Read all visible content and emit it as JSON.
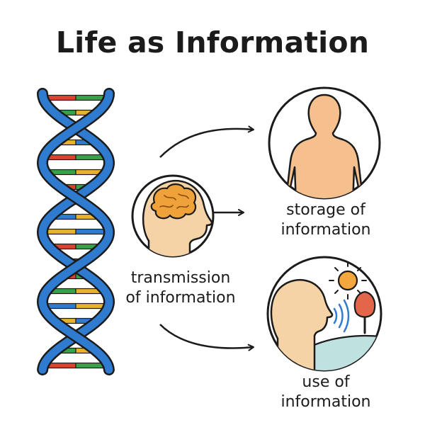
{
  "title": "Life as Information",
  "labels": {
    "transmission": [
      "transmission",
      "of information"
    ],
    "storage": [
      "storage of",
      "information"
    ],
    "use": [
      "use of",
      "information"
    ]
  },
  "colors": {
    "dna_strand": "#2f7bd0",
    "outline": "#1b1b1b",
    "skin": "#f6d3a6",
    "body": "#f5c08e",
    "brain": "#f0a23a",
    "sun": "#f3a73c",
    "tree": "#e3664a",
    "land": "#bfe2e0",
    "sound": "#2f7bd0",
    "base_red": "#d9432f",
    "base_green": "#3aa04a",
    "base_yellow": "#e8b12e",
    "base_blue": "#2f7bd0"
  },
  "icons": [
    "dna-helix-icon",
    "brain-head-icon",
    "human-silhouette-icon",
    "head-listening-icon",
    "sun-icon",
    "tree-icon",
    "sound-waves-icon"
  ]
}
